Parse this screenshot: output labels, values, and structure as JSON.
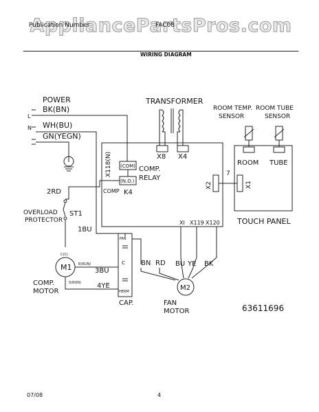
{
  "header": {
    "watermark": "AppliancePartsPros.com",
    "left_text": "Publication Number",
    "right_text": "FAC08",
    "title": "WIRING DIAGRAM"
  },
  "labels": {
    "power": "POWER",
    "bk_bn": "BK(BN)",
    "wh_bu": "WH(BU)",
    "gn_yegn": "GN(YEGN)",
    "l": "L",
    "n": "N",
    "transformer": "TRANSFORMER",
    "x8": "X8",
    "x4": "X4",
    "room_temp_sensor_1": "ROOM TEMP.",
    "room_temp_sensor_2": "SENSOR",
    "room_tube_sensor_1": "ROOM TUBE",
    "room_tube_sensor_2": "SENSOR",
    "room": "ROOM",
    "tube": "TUBE",
    "x118n": "X118(N)",
    "com": "(COM)",
    "no": "(N.O.)",
    "comp_relay_1": "COMP.",
    "comp_relay_2": "RELAY",
    "comp": "COMP",
    "k4": "K4",
    "x2": "X2",
    "x1": "X1",
    "seven": "7",
    "two_rd": "2RD",
    "overload_1": "OVERLOAD",
    "overload_2": "PROTECTOR",
    "st1": "ST1",
    "one_bu": "1BU",
    "xi": "XI",
    "x119": "X119",
    "x120": "X120",
    "touch_panel": "TOUCH PANEL",
    "fan": "FAN",
    "herm": "HERM",
    "c": "C",
    "three_bu": "3BU",
    "bn": "BN",
    "rd": "RD",
    "bu": "BU",
    "ye": "YE",
    "bk": "BK",
    "m1": "M1",
    "m2": "M2",
    "four_ye": "4YE",
    "c_com": "C(C)",
    "r_run": "R(RUN)",
    "s_run": "S(RUN)",
    "comp_motor_1": "COMP.",
    "comp_motor_2": "MOTOR",
    "cap": "CAP.",
    "fan_motor_1": "FAN",
    "fan_motor_2": "MOTOR",
    "part_number": "63611696"
  },
  "footer": {
    "date": "07/08",
    "page": "4"
  }
}
